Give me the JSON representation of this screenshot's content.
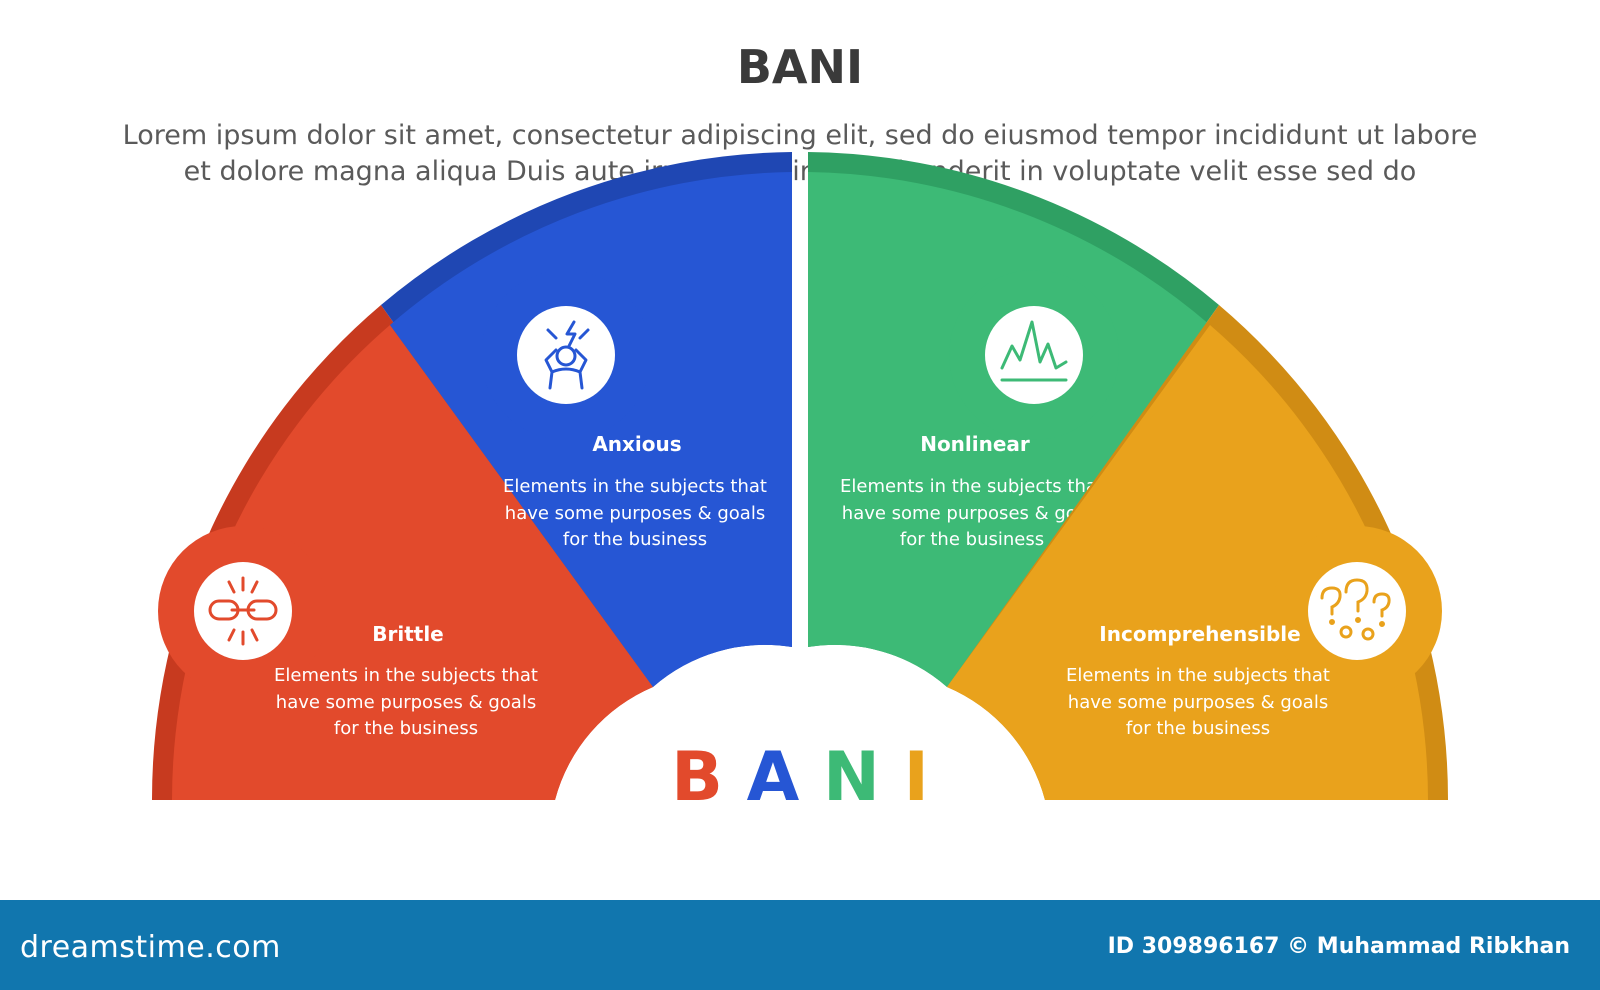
{
  "header": {
    "title": "BANI",
    "subtitle_line1": "Lorem ipsum dolor sit amet, consectetur adipiscing elit, sed do eiusmod tempor incididunt ut labore",
    "subtitle_line2": "et dolore magna aliqua Duis aute irure dolor in reprehenderit in voluptate velit esse sed do"
  },
  "center_label": {
    "letters": [
      "B",
      "A",
      "N",
      "I"
    ],
    "colors": [
      "#e24a2c",
      "#2656d4",
      "#3dba76",
      "#e9a21c"
    ]
  },
  "segments": [
    {
      "title": "Brittle",
      "line1": "Elements in the subjects that",
      "line2": "have  some purposes & goals",
      "line3": "for the  business",
      "color": "#e24a2c",
      "shade": "#c73a1f",
      "icon": "broken-chain-icon"
    },
    {
      "title": "Anxious",
      "line1": "Elements in the subjects that",
      "line2": "have  some purposes & goals",
      "line3": "for the  business",
      "color": "#2656d4",
      "shade": "#1f47b3",
      "icon": "stressed-person-icon"
    },
    {
      "title": "Nonlinear",
      "line1": "Elements in the subjects that",
      "line2": "have  some purposes & goals",
      "line3": "for the  business",
      "color": "#3dba76",
      "shade": "#2fa063",
      "icon": "nonlinear-graph-icon"
    },
    {
      "title": "Incomprehensible",
      "line1": "Elements in the subjects that",
      "line2": "have  some purposes & goals",
      "line3": "for the  business",
      "color": "#e9a21c",
      "shade": "#d08c14",
      "icon": "question-marks-icon"
    }
  ],
  "footer": {
    "logo": "dreamstime.com",
    "credit": "ID 309896167 © Muhammad Ribkhan",
    "color": "#1176ae"
  }
}
